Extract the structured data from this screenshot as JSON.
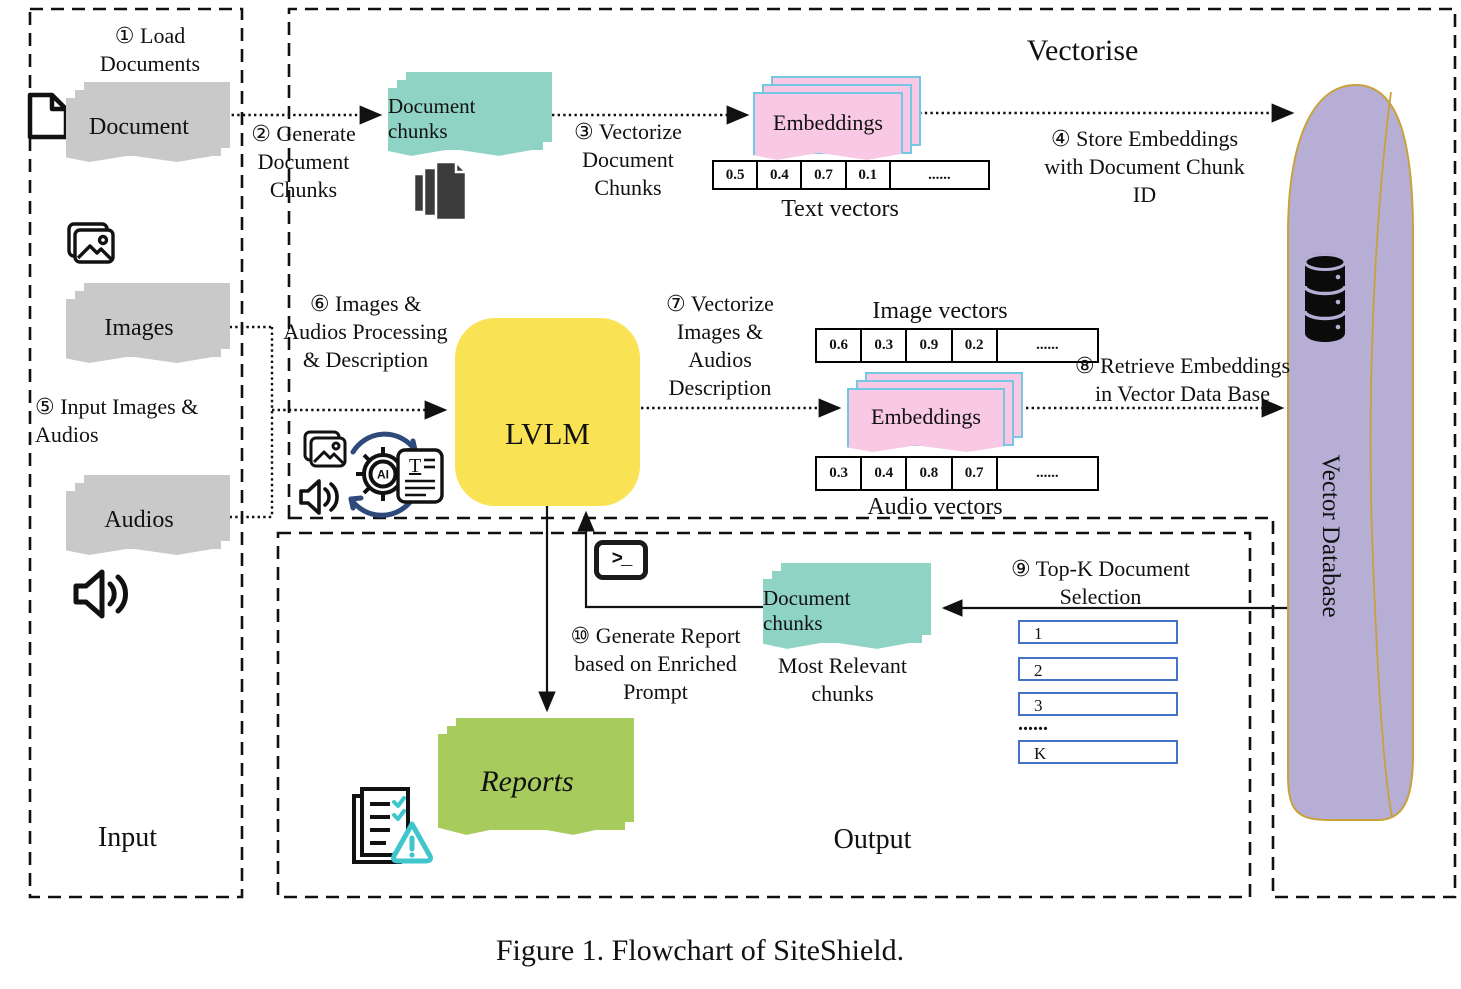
{
  "caption": "Figure 1. Flowchart of SiteShield.",
  "regions": {
    "input": "Input",
    "vectorise": "Vectorise",
    "output": "Output"
  },
  "steps": {
    "s1": "① Load Documents",
    "s2": "② Generate Document Chunks",
    "s3": "③ Vectorize Document Chunks",
    "s4": "④ Store Embeddings with Document Chunk ID",
    "s5": "⑤ Input Images & Audios",
    "s6": "⑥ Images & Audios Processing & Description",
    "s7": "⑦ Vectorize Images & Audios Description",
    "s8": "⑧ Retrieve Embeddings in Vector Data Base",
    "s9": "⑨ Top-K Document Selection",
    "s10": "⑩ Generate Report based on Enriched Prompt"
  },
  "stacks": {
    "document": "Document",
    "images": "Images",
    "audios": "Audios",
    "doc_chunks_top": "Document chunks",
    "embeddings_text": "Embeddings",
    "embeddings_av": "Embeddings",
    "doc_chunks_bottom": "Document chunks",
    "reports": "Reports"
  },
  "labels": {
    "lvlm": "LVLM",
    "vector_database": "Vector Database",
    "most_relevant": "Most Relevant chunks"
  },
  "vectors": {
    "text": {
      "label": "Text vectors",
      "values": [
        "0.5",
        "0.4",
        "0.7",
        "0.1",
        "......"
      ]
    },
    "image": {
      "label": "Image vectors",
      "values": [
        "0.6",
        "0.3",
        "0.9",
        "0.2",
        "......"
      ]
    },
    "audio": {
      "label": "Audio vectors",
      "values": [
        "0.3",
        "0.4",
        "0.8",
        "0.7",
        "......"
      ]
    }
  },
  "topk": {
    "items": [
      "1",
      "2",
      "3"
    ],
    "ellipsis": "......",
    "last": "K"
  },
  "icons": [
    "document-page-icon",
    "photos-icon",
    "speaker-icon",
    "document-copies-icon",
    "lvlm-monitor-ai-gear-icon",
    "ai-gear-cycle-icon",
    "text-document-icon",
    "terminal-icon",
    "report-check-warning-icon",
    "database-icon"
  ],
  "colors": {
    "stack_gray": "#c9c9c9",
    "chunk_teal": "#8ed3c3",
    "embedding_pink": "#f9c8e4",
    "embedding_border_blue": "#76c7e3",
    "lvlm_yellow": "#f9e254",
    "reports_green": "#a7cb5d",
    "database_purple": "#b7aed6",
    "database_outline": "#c9a13b",
    "topk_box_blue": "#4472c4"
  }
}
